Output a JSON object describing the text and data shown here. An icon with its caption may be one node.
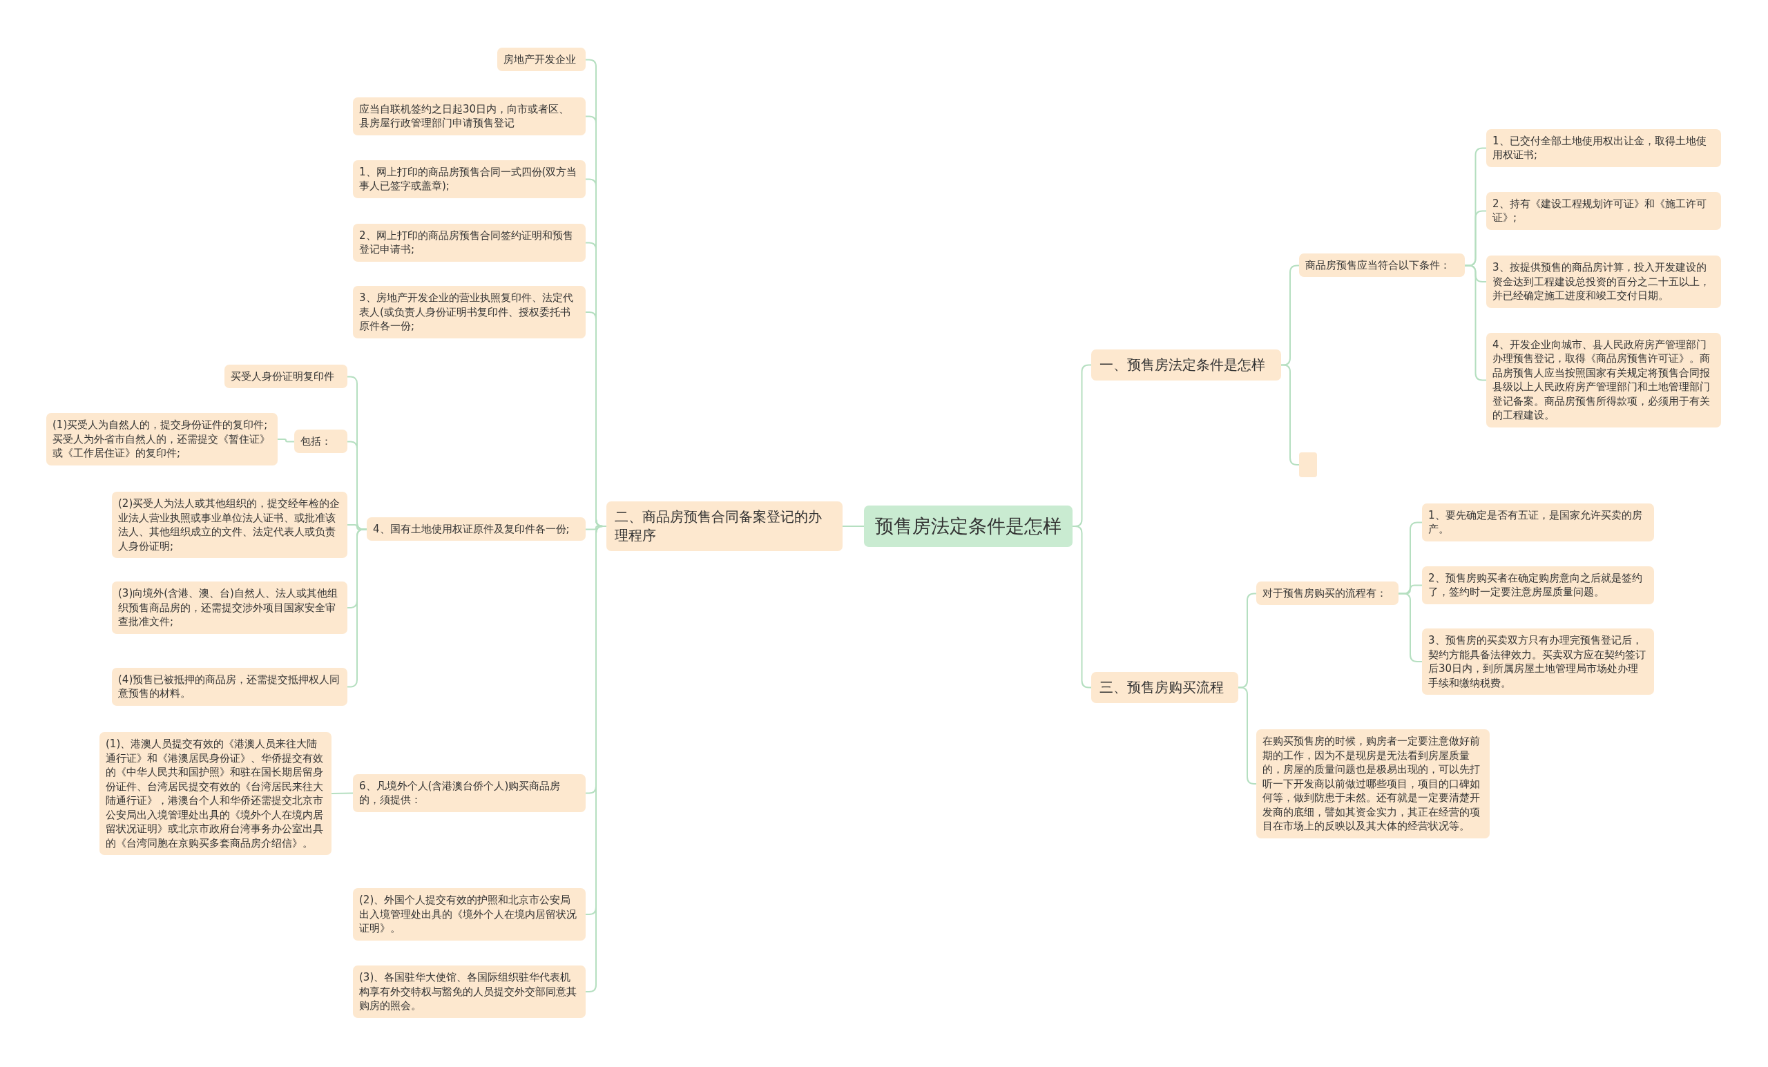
{
  "diagram": {
    "nodes": [
      {
        "text": [
          "预售房法定条件是怎样"
        ]
      },
      {
        "text": [
          "一、预售房法定条件是怎样"
        ]
      },
      {
        "text": [
          "商品房预售应当符合以下条件："
        ]
      },
      {
        "text": [
          "1、已交付全部土地使用权出让金，取得土地使用权证书;"
        ]
      },
      {
        "text": [
          "2、持有《建设工程规划许可证》和《施工许可证》;"
        ]
      },
      {
        "text": [
          "3、按提供预售的商品房计算，投入开发建设的资金达到工程建设总投资的百分之二十五以上，并已经确定施工进度和竣工交付日期。"
        ]
      },
      {
        "text": [
          "4、开发企业向城市、县人民政府房产管理部门办理预售登记，取得《商品房预售许可证》。商品房预售人应当按照国家有关规定将预售合同报县级以上人民政府房产管理部门和土地管理部门登记备案。商品房预售所得款项，必须用于有关的工程建设。"
        ]
      },
      {
        "text": [],
        "shape": "box"
      },
      {
        "text": [
          "三、预售房购买流程"
        ]
      },
      {
        "text": [
          "对于预售房购买的流程有："
        ]
      },
      {
        "text": [
          "1、要先确定是否有五证，是国家允许买卖的房产。"
        ]
      },
      {
        "text": [
          "2、预售房购买者在确定购房意向之后就是签约了，签约时一定要注意房屋质量问题。"
        ]
      },
      {
        "text": [
          "3、预售房的买卖双方只有办理完预售登记后，契约方能具备法律效力。买卖双方应在契约签订后30日内，到所属房屋土地管理局市场处办理手续和缴纳税费。"
        ]
      },
      {
        "text": [
          "在购买预售房的时候，购房者一定要注意做好前期的工作，因为不是现房是无法看到房屋质量的，房屋的质量问题也是极易出现的，可以先打听一下开发商以前做过哪些项目，项目的口碑如何等，做到防患于未然。还有就是一定要清楚开发商的底细，譬如其资金实力，其正在经营的项目在市场上的反映以及其大体的经营状况等。"
        ]
      },
      {
        "text": [
          "二、商品房预售合同备案登记的办理程序"
        ]
      },
      {
        "text": [
          "房地产开发企业"
        ]
      },
      {
        "text": [
          "应当自联机签约之日起30日内，向市或者区、县房屋行政管理部门申请预售登记"
        ]
      },
      {
        "text": [
          "1、网上打印的商品房预售合同一式四份(双方当事人已签字或盖章);"
        ]
      },
      {
        "text": [
          "2、网上打印的商品房预售合同签约证明和预售登记申请书;"
        ]
      },
      {
        "text": [
          "3、房地产开发企业的营业执照复印件、法定代表人(或负责人身份证明书复印件、授权委托书原件各一份;"
        ]
      },
      {
        "text": [
          "4、国有土地使用权证原件及复印件各一份;"
        ]
      },
      {
        "text": [
          "买受人身份证明复印件"
        ]
      },
      {
        "text": [
          "包括："
        ]
      },
      {
        "text": [
          "(1)买受人为自然人的，提交身份证件的复印件;买受人为外省市自然人的，还需提交《暂住证》或《工作居住证》的复印件;"
        ]
      },
      {
        "text": [
          "(2)买受人为法人或其他组织的，提交经年检的企业法人营业执照或事业单位法人证书、或批准该法人、其他组织成立的文件、法定代表人或负责人身份证明;"
        ]
      },
      {
        "text": [
          "(3)向境外(含港、澳、台)自然人、法人或其他组织预售商品房的，还需提交涉外项目国家安全审查批准文件;"
        ]
      },
      {
        "text": [
          "(4)预售已被抵押的商品房，还需提交抵押权人同意预售的材料。"
        ]
      },
      {
        "text": [
          "6、凡境外个人(含港澳台侨个人)购买商品房的，须提供："
        ]
      },
      {
        "text": [
          "(1)、港澳人员提交有效的《港澳人员来往大陆通行证》和《港澳居民身份证》、华侨提交有效的《中华人民共和国护照》和驻在国长期居留身份证件、台湾居民提交有效的《台湾居民来往大陆通行证》，港澳台个人和华侨还需提交北京市公安局出入境管理处出具的《境外个人在境内居留状况证明》或北京市政府台湾事务办公室出具的《台湾同胞在京购买多套商品房介绍信》。"
        ]
      },
      {
        "text": [
          "(2)、外国个人提交有效的护照和北京市公安局出入境管理处出具的《境外个人在境内居留状况证明》。"
        ]
      },
      {
        "text": [
          "(3)、各国驻华大使馆、各国际组织驻华代表机构享有外交特权与豁免的人员提交外交部同意其购房的照会。"
        ]
      }
    ],
    "edges": [
      {
        "from": 0,
        "to": 1,
        "arrow": "none"
      },
      {
        "from": 0,
        "to": 8,
        "arrow": "none"
      },
      {
        "from": 0,
        "to": 14,
        "arrow": "none"
      },
      {
        "from": 1,
        "to": 2,
        "arrow": "none"
      },
      {
        "from": 1,
        "to": 7,
        "arrow": "none"
      },
      {
        "from": 2,
        "to": 3,
        "arrow": "none"
      },
      {
        "from": 2,
        "to": 4,
        "arrow": "none"
      },
      {
        "from": 2,
        "to": 5,
        "arrow": "none"
      },
      {
        "from": 2,
        "to": 6,
        "arrow": "none"
      },
      {
        "from": 8,
        "to": 9,
        "arrow": "none"
      },
      {
        "from": 8,
        "to": 13,
        "arrow": "none"
      },
      {
        "from": 9,
        "to": 10,
        "arrow": "none"
      },
      {
        "from": 9,
        "to": 11,
        "arrow": "none"
      },
      {
        "from": 9,
        "to": 12,
        "arrow": "none"
      },
      {
        "from": 14,
        "to": 15,
        "arrow": "none"
      },
      {
        "from": 14,
        "to": 16,
        "arrow": "none"
      },
      {
        "from": 14,
        "to": 17,
        "arrow": "none"
      },
      {
        "from": 14,
        "to": 18,
        "arrow": "none"
      },
      {
        "from": 14,
        "to": 19,
        "arrow": "none"
      },
      {
        "from": 14,
        "to": 20,
        "arrow": "none"
      },
      {
        "from": 14,
        "to": 27,
        "arrow": "none"
      },
      {
        "from": 14,
        "to": 29,
        "arrow": "none"
      },
      {
        "from": 14,
        "to": 30,
        "arrow": "none"
      },
      {
        "from": 20,
        "to": 21,
        "arrow": "none"
      },
      {
        "from": 20,
        "to": 22,
        "arrow": "none"
      },
      {
        "from": 20,
        "to": 24,
        "arrow": "none"
      },
      {
        "from": 20,
        "to": 25,
        "arrow": "none"
      },
      {
        "from": 20,
        "to": 26,
        "arrow": "none"
      },
      {
        "from": 22,
        "to": 23,
        "arrow": "none"
      },
      {
        "from": 27,
        "to": 28,
        "arrow": "none"
      }
    ]
  }
}
